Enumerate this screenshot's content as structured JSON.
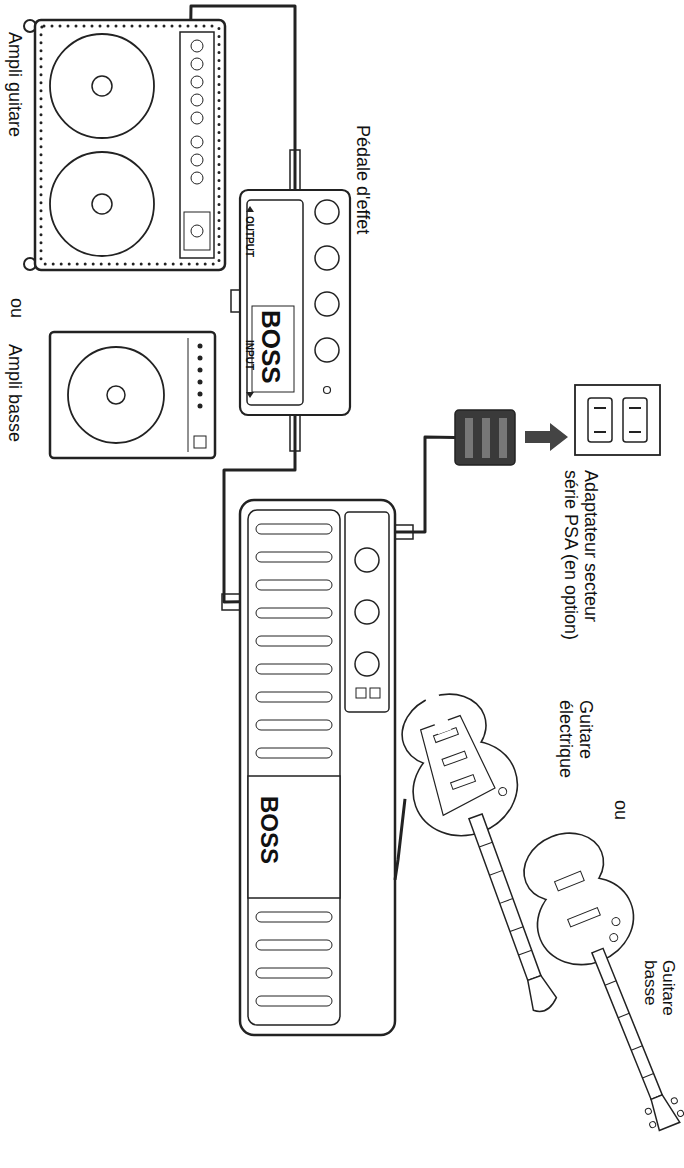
{
  "diagram": {
    "nodes": [
      {
        "text": [
          "Ampli guitare"
        ]
      },
      {
        "text": [
          "Pédale d'effet",
          "BOSS",
          "OUTPUT",
          "INPUT"
        ]
      },
      {
        "text": [
          "Ampli basse"
        ]
      },
      {
        "text": [
          "BOSS"
        ]
      },
      {
        "text": [
          "Adaptateur secteur série PSA (en option)"
        ]
      },
      {
        "text": [
          "Guitare électrique"
        ]
      },
      {
        "text": [
          "Guitare basse"
        ]
      }
    ],
    "edges": [
      {
        "from": 1,
        "to": 0,
        "arrow": "none"
      },
      {
        "from": 3,
        "to": 1,
        "arrow": "none"
      },
      {
        "from": 5,
        "to": 3,
        "arrow": "none"
      },
      {
        "from": 4,
        "to": 3,
        "arrow": "none"
      }
    ],
    "labels": [
      "ou",
      "ou"
    ]
  }
}
